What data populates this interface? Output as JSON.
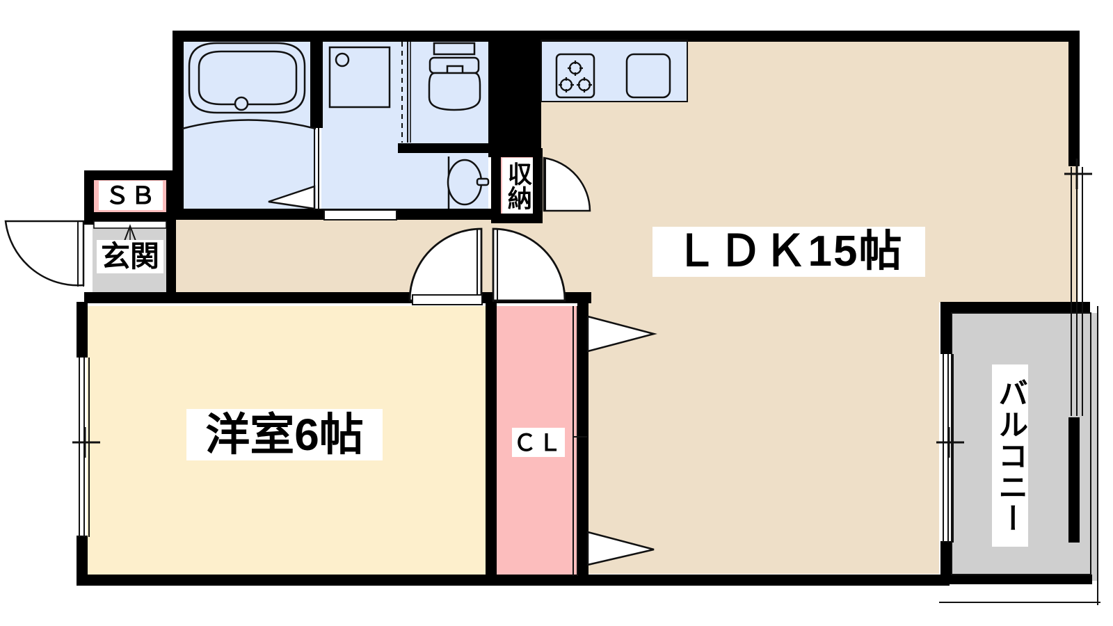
{
  "plan": {
    "title": "賃貸アパート間取り図 1LDK",
    "rooms": [
      {
        "key": "ldk",
        "label": "ＬＤＫ15帖",
        "type": "living-dining-kitchen",
        "size_jo": 15,
        "color": "#EEDFC8"
      },
      {
        "key": "bedroom",
        "label": "洋室6帖",
        "type": "western-room",
        "size_jo": 6,
        "color": "#FDEFCC"
      },
      {
        "key": "closet",
        "label": "ＣＬ",
        "type": "closet",
        "color": "#FCBDBD"
      },
      {
        "key": "storage",
        "label": "収納",
        "type": "storage",
        "color": "#FCBDBD"
      },
      {
        "key": "shoebox",
        "label": "ＳＢ",
        "type": "shoe-box",
        "color": "#FCBDBD"
      },
      {
        "key": "entrance",
        "label": "玄関",
        "type": "entrance",
        "color": "#D2D2D2"
      },
      {
        "key": "balcony",
        "label": "バルコニー",
        "type": "balcony",
        "color": "#CFCFCF"
      },
      {
        "key": "bath",
        "label": "",
        "type": "bathroom",
        "color": "#DCE8FB"
      },
      {
        "key": "washroom",
        "label": "",
        "type": "washroom",
        "color": "#DCE8FB"
      },
      {
        "key": "toilet",
        "label": "",
        "type": "toilet",
        "color": "#DCE8FB"
      },
      {
        "key": "hall",
        "label": "",
        "type": "hallway",
        "color": "#EEDFC8"
      }
    ],
    "labels": {
      "ldk": "ＬＤＫ15帖",
      "bedroom": "洋室6帖",
      "closet": "ＣＬ",
      "storage": "収納",
      "shoebox": "ＳＢ",
      "entrance": "玄関",
      "balcony_chars": [
        "バ",
        "ル",
        "コ",
        "ニ",
        "ー"
      ],
      "balcony": "バルコニー"
    },
    "fixtures": [
      {
        "key": "bathtub",
        "name": "bathtub",
        "room": "bath"
      },
      {
        "key": "washer-space",
        "name": "washing-machine-space",
        "room": "washroom"
      },
      {
        "key": "toilet-bowl",
        "name": "toilet-bowl",
        "room": "toilet"
      },
      {
        "key": "washbasin",
        "name": "wash-basin",
        "room": "washroom"
      },
      {
        "key": "stove",
        "name": "gas-stove-3-burner",
        "room": "ldk"
      },
      {
        "key": "kitchen-sink",
        "name": "kitchen-sink",
        "room": "ldk"
      }
    ],
    "openings": [
      {
        "key": "entrance-door",
        "name": "entrance-door",
        "type": "hinged-door"
      },
      {
        "key": "hall-door-left",
        "name": "bedroom-door",
        "type": "hinged-door"
      },
      {
        "key": "hall-door-right",
        "name": "ldk-door",
        "type": "hinged-door"
      },
      {
        "key": "storage-door",
        "name": "storage-door",
        "type": "hinged-door"
      },
      {
        "key": "bath-door",
        "name": "bathroom-door",
        "type": "sliding-door"
      },
      {
        "key": "toilet-door",
        "name": "toilet-door",
        "type": "sliding-door"
      },
      {
        "key": "closet-door",
        "name": "closet-door",
        "type": "folding-door"
      },
      {
        "key": "window-left",
        "name": "bedroom-window",
        "type": "sliding-window"
      },
      {
        "key": "window-right",
        "name": "ldk-window",
        "type": "sliding-window"
      },
      {
        "key": "balcony-window",
        "name": "balcony-sliding-window",
        "type": "sliding-window"
      }
    ],
    "colors": {
      "wall": "#000000",
      "ldk_floor": "#EEDFC8",
      "bedroom_floor": "#FDEFCC",
      "water_area": "#DCE8FB",
      "closet_pink": "#FCBDBD",
      "balcony_gray": "#CFCFCF",
      "entrance_gray": "#D2D2D2",
      "background": "#FFFFFF"
    }
  }
}
